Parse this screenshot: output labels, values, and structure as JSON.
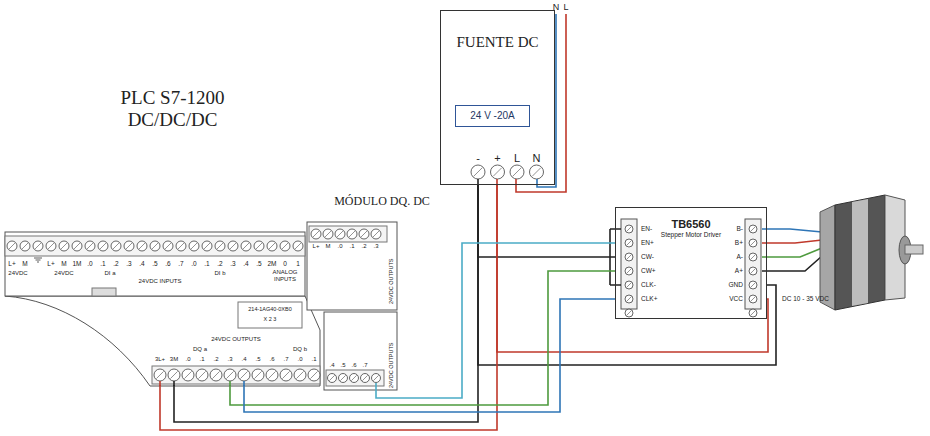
{
  "diagram": {
    "nodes": [
      {
        "text": [
          "PLC S7-1200 DC/DC/DC"
        ]
      },
      {
        "text": [
          "MÓDULO DQ. DC"
        ]
      },
      {
        "text": [
          "FUENTE DC"
        ]
      },
      {
        "text": [
          "24 V -20A"
        ],
        "in": 2
      },
      {
        "text": [
          "TB6560",
          "Stepper Motor Driver"
        ]
      }
    ],
    "edges": [
      {
        "from": 2,
        "to": 4,
        "arrow": "none"
      },
      {
        "from": 2,
        "to": 4,
        "arrow": "none"
      },
      {
        "from": 2,
        "to": 4,
        "arrow": "none"
      },
      {
        "from": 2,
        "to": 0,
        "arrow": "none"
      },
      {
        "from": 2,
        "to": 0,
        "arrow": "none"
      },
      {
        "from": 0,
        "to": 4,
        "arrow": "none"
      },
      {
        "from": 0,
        "to": 4,
        "arrow": "none"
      },
      {
        "from": 1,
        "to": 4,
        "arrow": "none"
      }
    ],
    "labels": [
      "L+",
      "M",
      "L+",
      "M",
      "1M",
      ".0",
      ".1",
      ".2",
      ".3",
      ".4",
      ".5",
      ".6",
      ".7",
      ".0",
      ".1",
      ".2",
      ".3",
      ".4",
      ".5",
      "2M",
      "0",
      "1",
      "24VDC",
      "24VDC",
      "DI a",
      "24VDC INPUTS",
      "DI b",
      "ANALOG INPUTS",
      "214-1AG40-0XB0",
      "X 2 3",
      "24VDC OUTPUTS",
      "DQ a",
      "DQ b",
      "3L+",
      "3M",
      ".0",
      ".1",
      ".2",
      ".3",
      ".4",
      ".5",
      ".6",
      ".7",
      ".0",
      ".1",
      "24VDC OUTPUTS",
      "24VDC OUTPUTS",
      "L+",
      "M",
      ".0",
      ".1",
      ".2",
      ".3",
      ".4",
      ".5",
      ".6",
      ".7",
      "EN-",
      "EN+",
      "CW-",
      "CW+",
      "CLK-",
      "CLK+",
      "B-",
      "B+",
      "A-",
      "A+",
      "GND",
      "VCC",
      "DC 10 - 35 VDC",
      "-",
      "+",
      "L",
      "N",
      "N",
      "L"
    ]
  }
}
